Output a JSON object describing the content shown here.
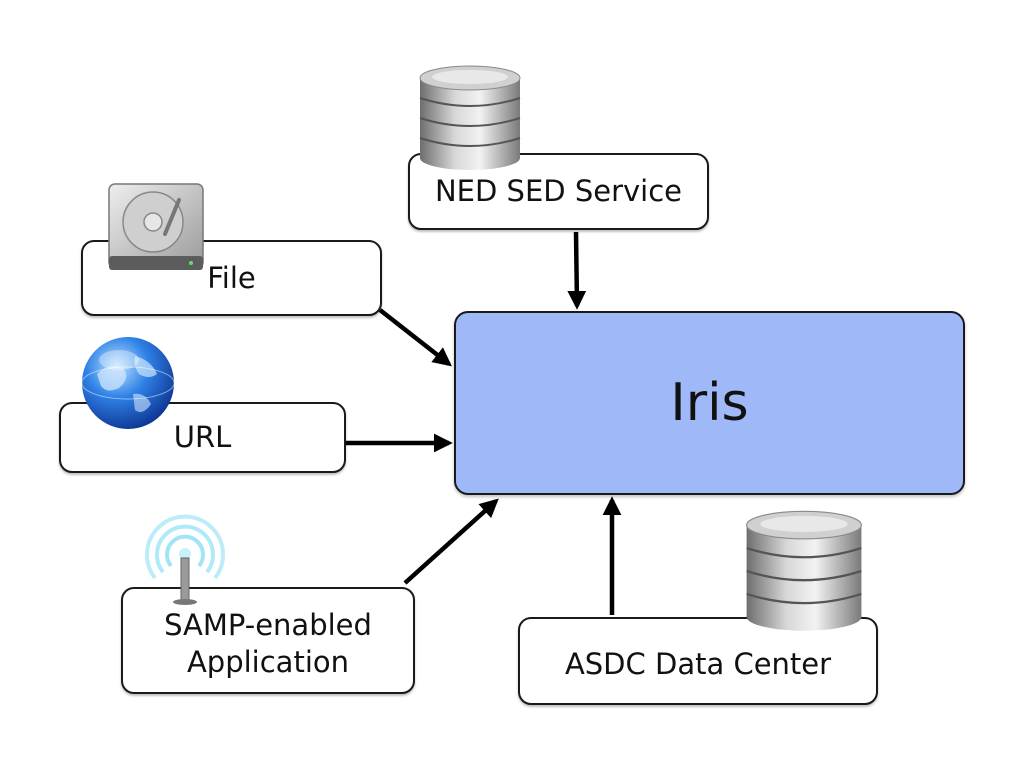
{
  "center": {
    "label": "Iris"
  },
  "sources": {
    "ned": {
      "label": "NED SED Service",
      "icon": "database-icon"
    },
    "file": {
      "label": "File",
      "icon": "hard-drive-icon"
    },
    "url": {
      "label": "URL",
      "icon": "globe-icon"
    },
    "samp": {
      "label_line1": "SAMP-enabled",
      "label_line2": "Application",
      "icon": "antenna-broadcast-icon"
    },
    "asdc": {
      "label": "ASDC Data Center",
      "icon": "database-icon"
    }
  },
  "colors": {
    "center_fill": "#9eb8f8",
    "stroke": "#1a1a1a",
    "box_fill": "#ffffff"
  }
}
